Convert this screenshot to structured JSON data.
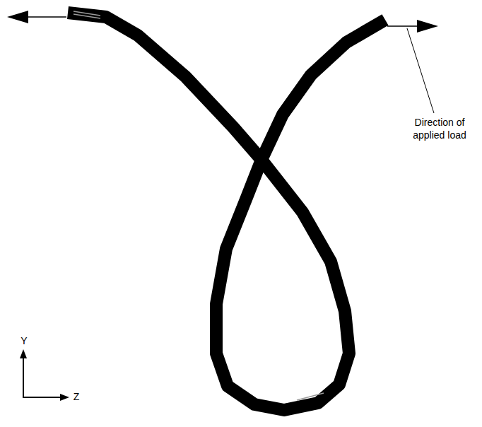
{
  "diagram": {
    "labels": [
      "Direction of applied load",
      "Y",
      "Z"
    ]
  }
}
